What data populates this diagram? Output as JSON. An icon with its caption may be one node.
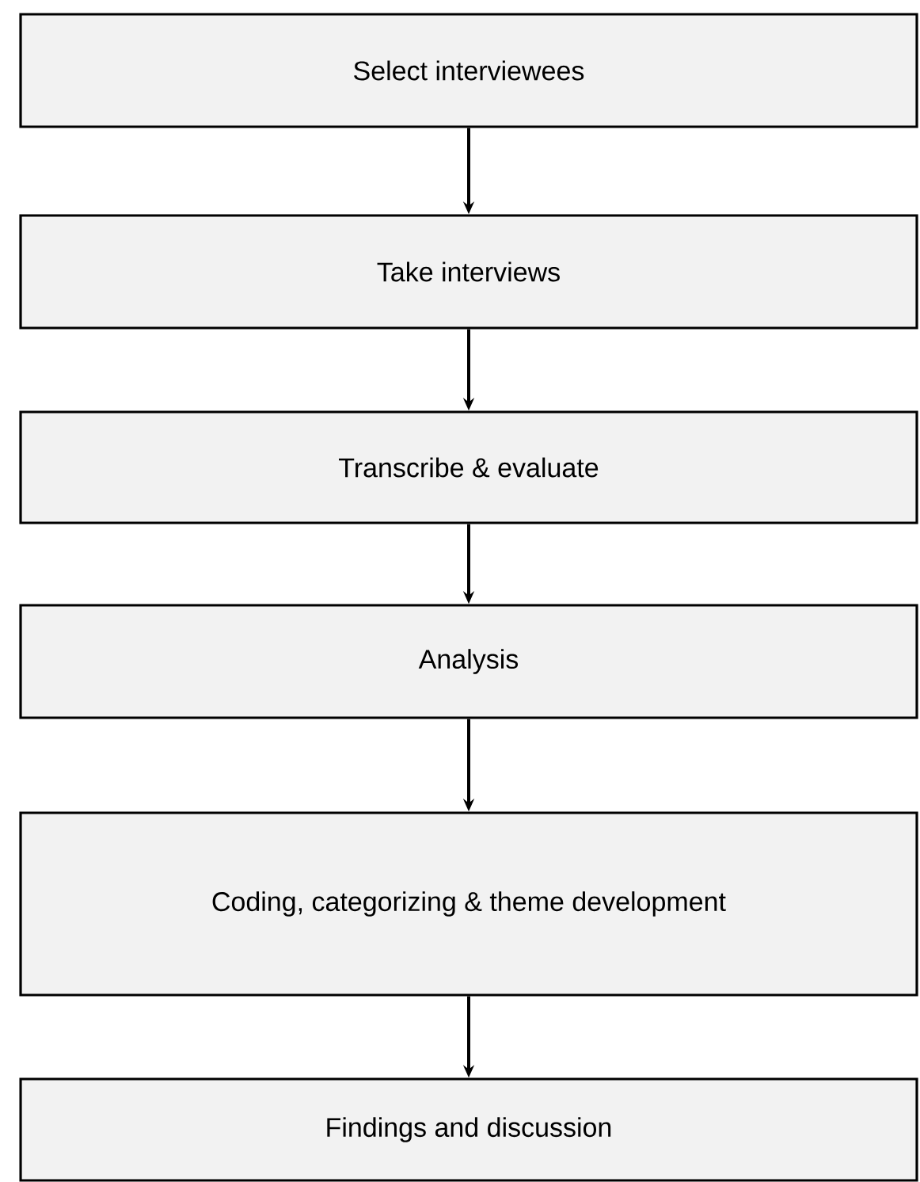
{
  "diagram": {
    "nodes": [
      {
        "text": [
          "Select interviewees"
        ]
      },
      {
        "text": [
          "Take interviews"
        ]
      },
      {
        "text": [
          "Transcribe & evaluate"
        ]
      },
      {
        "text": [
          "Analysis"
        ]
      },
      {
        "text": [
          "Coding, categorizing & theme development"
        ]
      },
      {
        "text": [
          "Findings and discussion"
        ]
      }
    ],
    "edges": [
      {
        "from": 0,
        "to": 1,
        "arrow": "to"
      },
      {
        "from": 1,
        "to": 2,
        "arrow": "to"
      },
      {
        "from": 2,
        "to": 3,
        "arrow": "to"
      },
      {
        "from": 3,
        "to": 4,
        "arrow": "to"
      },
      {
        "from": 4,
        "to": 5,
        "arrow": "to"
      }
    ]
  }
}
